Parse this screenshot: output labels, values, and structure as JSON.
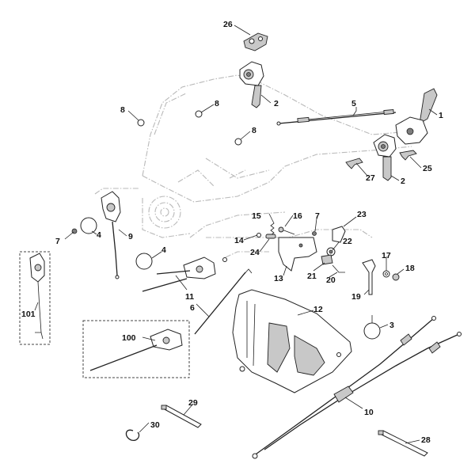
{
  "diagram": {
    "callouts": [
      "26",
      "2",
      "1",
      "5",
      "8",
      "8",
      "8",
      "25",
      "27",
      "2",
      "7",
      "4",
      "9",
      "15",
      "16",
      "7",
      "23",
      "14",
      "24",
      "22",
      "4",
      "13",
      "21",
      "20",
      "17",
      "18",
      "19",
      "101",
      "11",
      "6",
      "12",
      "3",
      "100",
      "10",
      "29",
      "30",
      "28"
    ]
  }
}
